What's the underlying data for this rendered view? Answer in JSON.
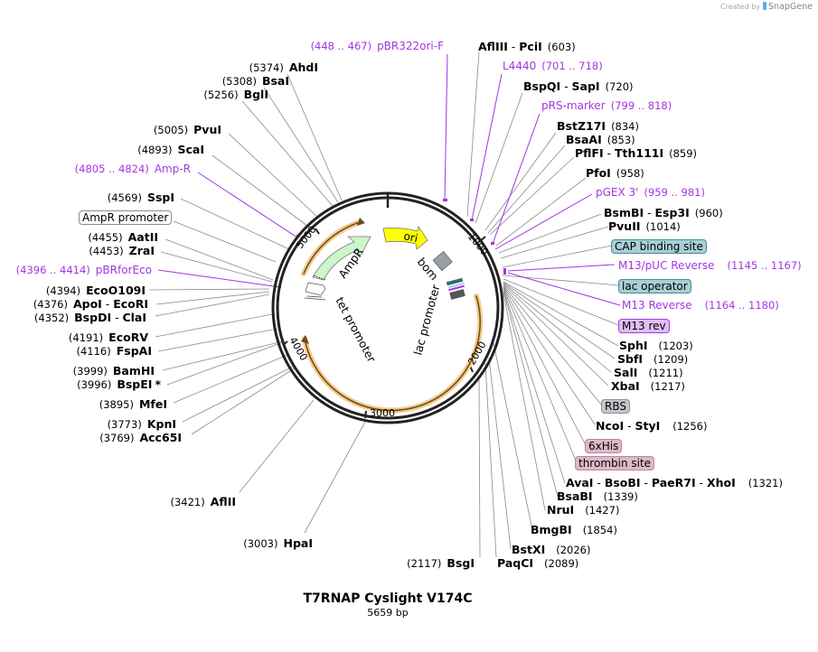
{
  "credit": {
    "prefix": "Created by",
    "brand": "SnapGene"
  },
  "plasmid": {
    "name": "T7RNAP Cyslight V174C",
    "length": "5659 bp"
  },
  "ruler": {
    "ticks": [
      "1000",
      "2000",
      "3000",
      "4000",
      "5000"
    ]
  },
  "features_inner": {
    "ori": "ori",
    "ampr": "AmpR",
    "bom": "bom",
    "lac_promoter": "lac promoter",
    "tet_promoter": "tet promoter"
  },
  "colors": {
    "primer": "#a335e0",
    "ori": "#ffff00",
    "ampr": "#ccf5cc",
    "bom": "#9a9ea5",
    "orf_arc": "#f5c98a"
  },
  "labels_right": [
    {
      "enzyme": "AflIII",
      "enzyme2": "PciI",
      "pos": "(603)"
    },
    {
      "primer": "L4440",
      "range": "(701 .. 718)"
    },
    {
      "enzyme": "BspQI",
      "enzyme2": "SapI",
      "pos": "(720)"
    },
    {
      "primer": "pRS-marker",
      "range": "(799 .. 818)"
    },
    {
      "enzyme": "BstZ17I",
      "pos": "(834)"
    },
    {
      "enzyme": "BsaAI",
      "pos": "(853)"
    },
    {
      "enzyme": "PflFI",
      "enzyme2": "Tth111I",
      "pos": "(859)"
    },
    {
      "enzyme": "PfoI",
      "pos": "(958)"
    },
    {
      "primer": "pGEX 3'",
      "range": "(959 .. 981)"
    },
    {
      "enzyme": "BsmBI",
      "enzyme2": "Esp3I",
      "pos": "(960)"
    },
    {
      "enzyme": "PvuII",
      "pos": "(1014)"
    },
    {
      "feature": "CAP binding site"
    },
    {
      "primer": "M13/pUC Reverse",
      "range": "(1145 .. 1167)"
    },
    {
      "feature": "lac operator"
    },
    {
      "primer": "M13 Reverse",
      "range": "(1164 .. 1180)"
    },
    {
      "feature": "M13 rev"
    },
    {
      "enzyme": "SphI",
      "pos": "(1203)"
    },
    {
      "enzyme": "SbfI",
      "pos": "(1209)"
    },
    {
      "enzyme": "SalI",
      "pos": "(1211)"
    },
    {
      "enzyme": "XbaI",
      "pos": "(1217)"
    },
    {
      "feature": "RBS"
    },
    {
      "enzyme": "NcoI",
      "enzyme2": "StyI",
      "pos": "(1256)"
    },
    {
      "feature": "6xHis"
    },
    {
      "feature": "thrombin site"
    },
    {
      "enzyme": "AvaI",
      "enzyme2": "BsoBI",
      "enzyme3": "PaeR7I",
      "enzyme4": "XhoI",
      "pos": "(1321)"
    },
    {
      "enzyme": "BsaBI",
      "pos": "(1339)"
    },
    {
      "enzyme": "NruI",
      "pos": "(1427)"
    },
    {
      "enzyme": "BmgBI",
      "pos": "(1854)"
    },
    {
      "enzyme": "BstXI",
      "pos": "(2026)"
    },
    {
      "enzyme": "PaqCI",
      "pos": "(2089)"
    }
  ],
  "labels_left": [
    {
      "primer": "pBR322ori-F",
      "range": "(448 .. 467)"
    },
    {
      "enzyme": "AhdI",
      "pos": "(5374)"
    },
    {
      "enzyme": "BsaI",
      "pos": "(5308)"
    },
    {
      "enzyme": "BglI",
      "pos": "(5256)"
    },
    {
      "enzyme": "PvuI",
      "pos": "(5005)"
    },
    {
      "enzyme": "ScaI",
      "pos": "(4893)"
    },
    {
      "primer": "Amp-R",
      "range": "(4805 .. 4824)"
    },
    {
      "enzyme": "SspI",
      "pos": "(4569)"
    },
    {
      "feature": "AmpR promoter"
    },
    {
      "enzyme": "AatII",
      "pos": "(4455)"
    },
    {
      "enzyme": "ZraI",
      "pos": "(4453)"
    },
    {
      "primer": "pBRforEco",
      "range": "(4396 .. 4414)"
    },
    {
      "enzyme": "EcoO109I",
      "pos": "(4394)"
    },
    {
      "enzyme": "ApoI",
      "enzyme2": "EcoRI",
      "pos": "(4376)"
    },
    {
      "enzyme": "BspDI",
      "enzyme2": "ClaI",
      "pos": "(4352)"
    },
    {
      "enzyme": "EcoRV",
      "pos": "(4191)"
    },
    {
      "enzyme": "FspAI",
      "pos": "(4116)"
    },
    {
      "enzyme": "BamHI",
      "pos": "(3999)"
    },
    {
      "enzyme": "BspEI",
      "note": "*",
      "pos": "(3996)"
    },
    {
      "enzyme": "MfeI",
      "pos": "(3895)"
    },
    {
      "enzyme": "KpnI",
      "pos": "(3773)"
    },
    {
      "enzyme": "Acc65I",
      "pos": "(3769)"
    },
    {
      "enzyme": "AflII",
      "pos": "(3421)"
    },
    {
      "enzyme": "HpaI",
      "pos": "(3003)"
    },
    {
      "enzyme": "BsgI",
      "pos": "(2117)"
    }
  ]
}
